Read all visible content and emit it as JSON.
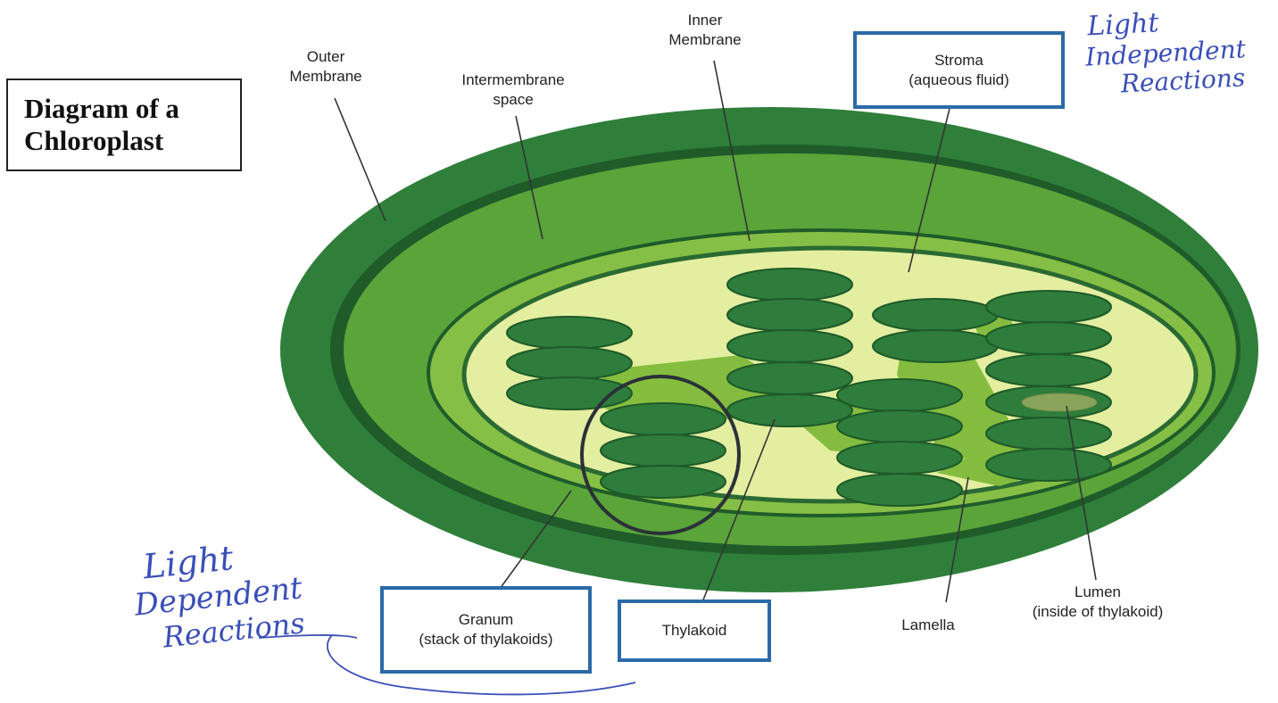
{
  "title": {
    "line1": "Diagram of a",
    "line2": "Chloroplast"
  },
  "labels": {
    "outer_membrane": [
      "Outer",
      "Membrane"
    ],
    "intermembrane_space": [
      "Intermembrane",
      "space"
    ],
    "inner_membrane": [
      "Inner",
      "Membrane"
    ],
    "stroma": [
      "Stroma",
      "(aqueous fluid)"
    ],
    "granum": [
      "Granum",
      "(stack of thylakoids)"
    ],
    "thylakoid": "Thylakoid",
    "lamella": "Lamella",
    "lumen": [
      "Lumen",
      "(inside of thylakoid)"
    ]
  },
  "annotations": {
    "light_independent": [
      "Light",
      "Independent",
      "Reactions"
    ],
    "light_dependent": [
      "Light",
      "Dependent",
      "Reactions"
    ]
  },
  "colors": {
    "outer_membrane": "#2f7f3a",
    "dark_band": "#1f5c2a",
    "intermembrane": "#5aa43a",
    "stroma": "#e3eea0",
    "thylakoid": "#2e7d3c",
    "lamella": "#7fba3a",
    "label_box_border": "#2b6aa6",
    "handwriting": "#3a4fb8"
  }
}
